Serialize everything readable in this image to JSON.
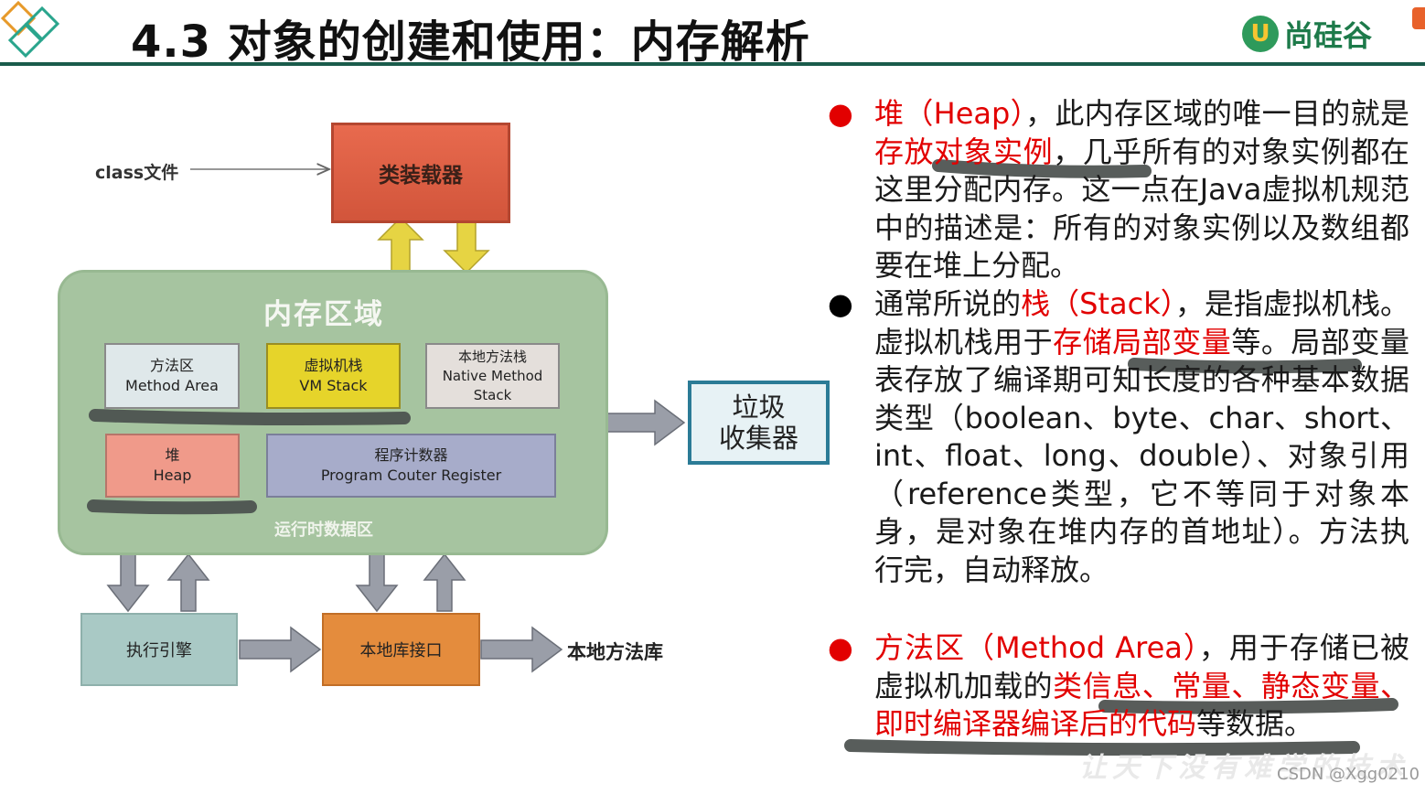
{
  "header": {
    "title": "4.3 对象的创建和使用：内存解析",
    "brand_badge": "U",
    "brand_name": "尚硅谷"
  },
  "diagram": {
    "class_file": "class文件",
    "class_loader": "类装载器",
    "memory_area": "内存区域",
    "method_area_cn": "方法区",
    "method_area_en": "Method Area",
    "vm_stack_cn": "虚拟机栈",
    "vm_stack_en": "VM Stack",
    "native_stack_cn": "本地方法栈",
    "native_stack_en1": "Native Method",
    "native_stack_en2": "Stack",
    "heap_cn": "堆",
    "heap_en": "Heap",
    "pc_cn": "程序计数器",
    "pc_en": "Program Couter Register",
    "runtime_area": "运行时数据区",
    "gc_line1": "垃圾",
    "gc_line2": "收集器",
    "exec_engine": "执行引擎",
    "native_interface": "本地库接口",
    "native_library": "本地方法库"
  },
  "bullets": {
    "heap_term": "堆（Heap）",
    "heap_a": "，此内存区域的唯一目的就是",
    "heap_b": "存放对象实例",
    "heap_c": "，几乎所有的对象实例都在这里分配内存。这一点在Java虚拟机规范中的描述是：所有的对象实例以及数组都要在堆上分配。",
    "stack_a": "通常所说的",
    "stack_term": "栈（Stack）",
    "stack_b": "，是指虚拟机栈。虚拟机栈用于",
    "stack_c": "存储局部变量",
    "stack_d": "等。局部变量表存放了编译期可知长度的各种基本数据类型（boolean、byte、char、short、int、float、long、double）、对象引用（reference类型，它不等同于对象本身，是对象在堆内存的首地址）。方法执行完，自动释放。",
    "method_term": "方法区（Method Area）",
    "method_a": "，用于存储已被虚拟机加载的",
    "method_b": "类信息、常量、静态变量、即时编译器编译后的代码",
    "method_c": "等数据。"
  },
  "watermark": "让天下没有难学的技术",
  "csdn": "CSDN @Xgg0210",
  "colors": {
    "accent_red": "#e20000",
    "header_rule": "#1a5b4b",
    "brand_green": "#1d7a4a"
  }
}
